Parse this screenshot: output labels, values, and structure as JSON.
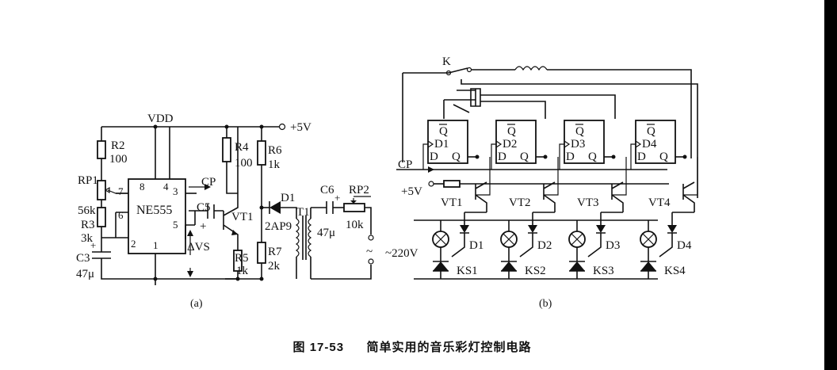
{
  "caption": {
    "figure_number": "图 17-53",
    "title": "简单实用的音乐彩灯控制电路"
  },
  "panel_a": {
    "label": "(a)",
    "vdd": "VDD",
    "supply": "+5V",
    "chip": "NE555",
    "cp": "CP",
    "pins": [
      "8",
      "4",
      "7",
      "3",
      "6",
      "5",
      "2",
      "1"
    ],
    "R2": "R2",
    "R2_val": "100",
    "RP1": "RP1",
    "RP1_val": "56k",
    "R3": "R3",
    "R3_val": "3k",
    "C3": "C3",
    "C3_val": "47μ",
    "C5": "C5",
    "R4": "R4",
    "R4_val": "100",
    "R6": "R6",
    "R6_val": "1k",
    "VT1": "VT1",
    "R5": "R5",
    "R5_val": "1k",
    "R7": "R7",
    "R7_val": "2k",
    "D1": "D1",
    "D1_type": "2AP9",
    "T1": "T1",
    "C6": "C6",
    "C6_val": "47μ",
    "RP2": "RP2",
    "RP2_val": "10k",
    "dvs": "ΔVS",
    "plus": "+"
  },
  "panel_b": {
    "label": "(b)",
    "switch": "K",
    "cp": "CP",
    "supply": "+5V",
    "ac": "~220V",
    "flipflops": [
      {
        "q": "Q",
        "d": "D",
        "name": "D1",
        "out": "Q"
      },
      {
        "q": "Q",
        "d": "D",
        "name": "D2",
        "out": "Q"
      },
      {
        "q": "Q",
        "d": "D",
        "name": "D3",
        "out": "Q"
      },
      {
        "q": "Q",
        "d": "D",
        "name": "D4",
        "out": "Q"
      }
    ],
    "transistors": [
      "VT1",
      "VT2",
      "VT3",
      "VT4"
    ],
    "diodes": [
      "D1",
      "D2",
      "D3",
      "D4"
    ],
    "thyristors": [
      "KS1",
      "KS2",
      "KS3",
      "KS4"
    ]
  }
}
